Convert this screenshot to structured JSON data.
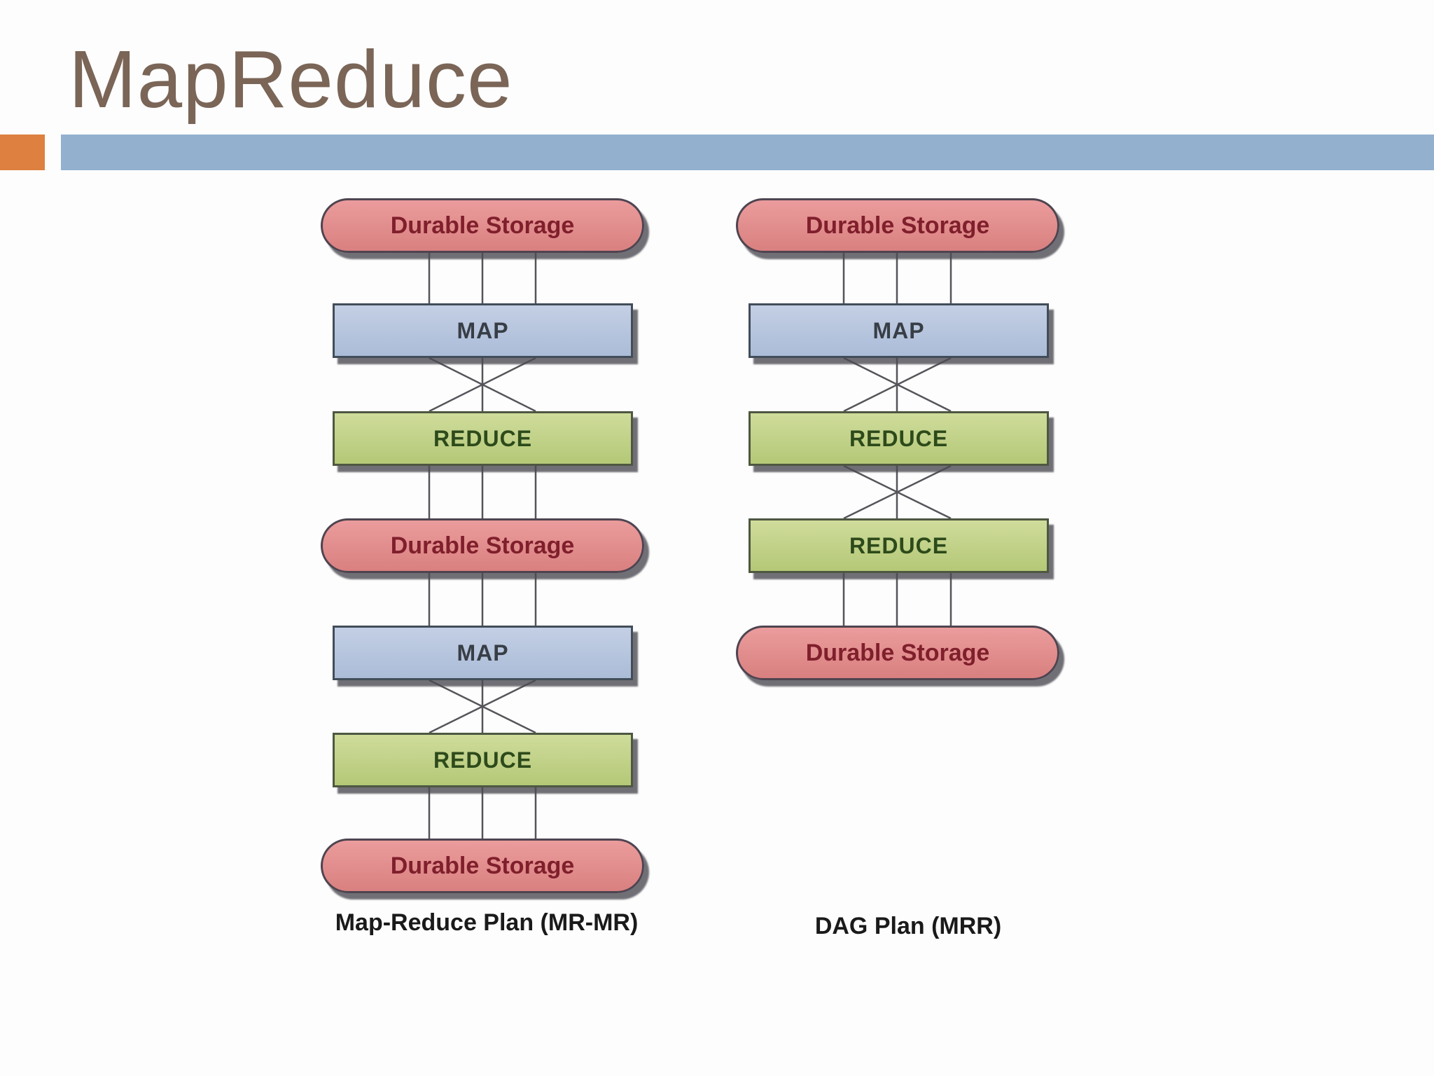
{
  "slide": {
    "title": "MapReduce"
  },
  "diagrams": {
    "left": {
      "caption": "Map-Reduce Plan (MR-MR)",
      "nodes": [
        {
          "type": "storage",
          "label": "Durable Storage"
        },
        {
          "type": "map",
          "label": "MAP"
        },
        {
          "type": "reduce",
          "label": "REDUCE"
        },
        {
          "type": "storage",
          "label": "Durable Storage"
        },
        {
          "type": "map",
          "label": "MAP"
        },
        {
          "type": "reduce",
          "label": "REDUCE"
        },
        {
          "type": "storage",
          "label": "Durable Storage"
        }
      ]
    },
    "right": {
      "caption": "DAG Plan (MRR)",
      "nodes": [
        {
          "type": "storage",
          "label": "Durable Storage"
        },
        {
          "type": "map",
          "label": "MAP"
        },
        {
          "type": "reduce",
          "label": "REDUCE"
        },
        {
          "type": "reduce",
          "label": "REDUCE"
        },
        {
          "type": "storage",
          "label": "Durable Storage"
        }
      ]
    }
  },
  "theme": {
    "accent-orange": "#dd8040",
    "accent-bar-blue": "#93b1cf",
    "title-brown": "#7a6557",
    "storage-fill-top": "#eb9c9c",
    "storage-fill-bottom": "#d98080",
    "storage-border": "#4e4450",
    "storage-text": "#801f2c",
    "map-fill-top": "#c3cfe4",
    "map-fill-bottom": "#abbcd8",
    "map-border": "#414d59",
    "map-text": "#383e46",
    "reduce-fill-top": "#cfdc9b",
    "reduce-fill-bottom": "#b4c877",
    "reduce-border": "#4e5741",
    "reduce-text": "#2d4a1b",
    "connector": "#54545a",
    "caption-text": "#1a1a1a",
    "shadow": "rgba(75,75,82,0.8)"
  }
}
